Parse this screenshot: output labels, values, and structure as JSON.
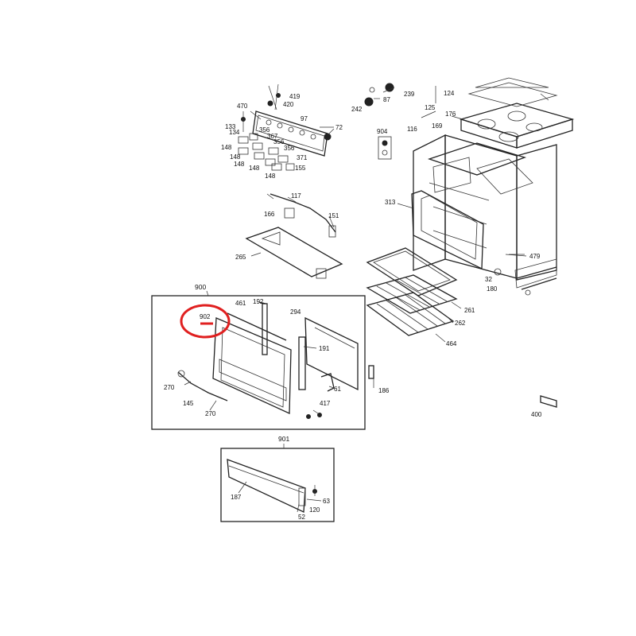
{
  "labels": {
    "p419": "419",
    "p420": "420",
    "p470": "470",
    "p97": "97",
    "p72": "72",
    "p133": "133",
    "p134": "134",
    "p356a": "356",
    "p367": "367",
    "p356b": "356",
    "p356c": "356",
    "p371": "371",
    "p148a": "148",
    "p148b": "148",
    "p148c": "148",
    "p148d": "148",
    "p148e": "148",
    "p155": "155",
    "p239": "239",
    "p87": "87",
    "p242": "242",
    "p124": "124",
    "p125": "125",
    "p176": "176",
    "p904": "904",
    "p116": "116",
    "p169": "169",
    "p117": "117",
    "p166": "166",
    "p151": "151",
    "p313": "313",
    "p265": "265",
    "p479": "479",
    "p32": "32",
    "p180": "180",
    "p900": "900",
    "p461": "461",
    "p192": "192",
    "p902": "902",
    "p294": "294",
    "p191": "191",
    "p261": "261",
    "p262": "262",
    "p464": "464",
    "p270a": "270",
    "p145": "145",
    "p270b": "270",
    "p61": "61",
    "p186": "186",
    "p417": "417",
    "p400": "400",
    "p901": "901",
    "p187": "187",
    "p63": "63",
    "p120": "120",
    "p52": "52"
  },
  "colors": {
    "highlight": "#e02020",
    "line": "#222222"
  }
}
